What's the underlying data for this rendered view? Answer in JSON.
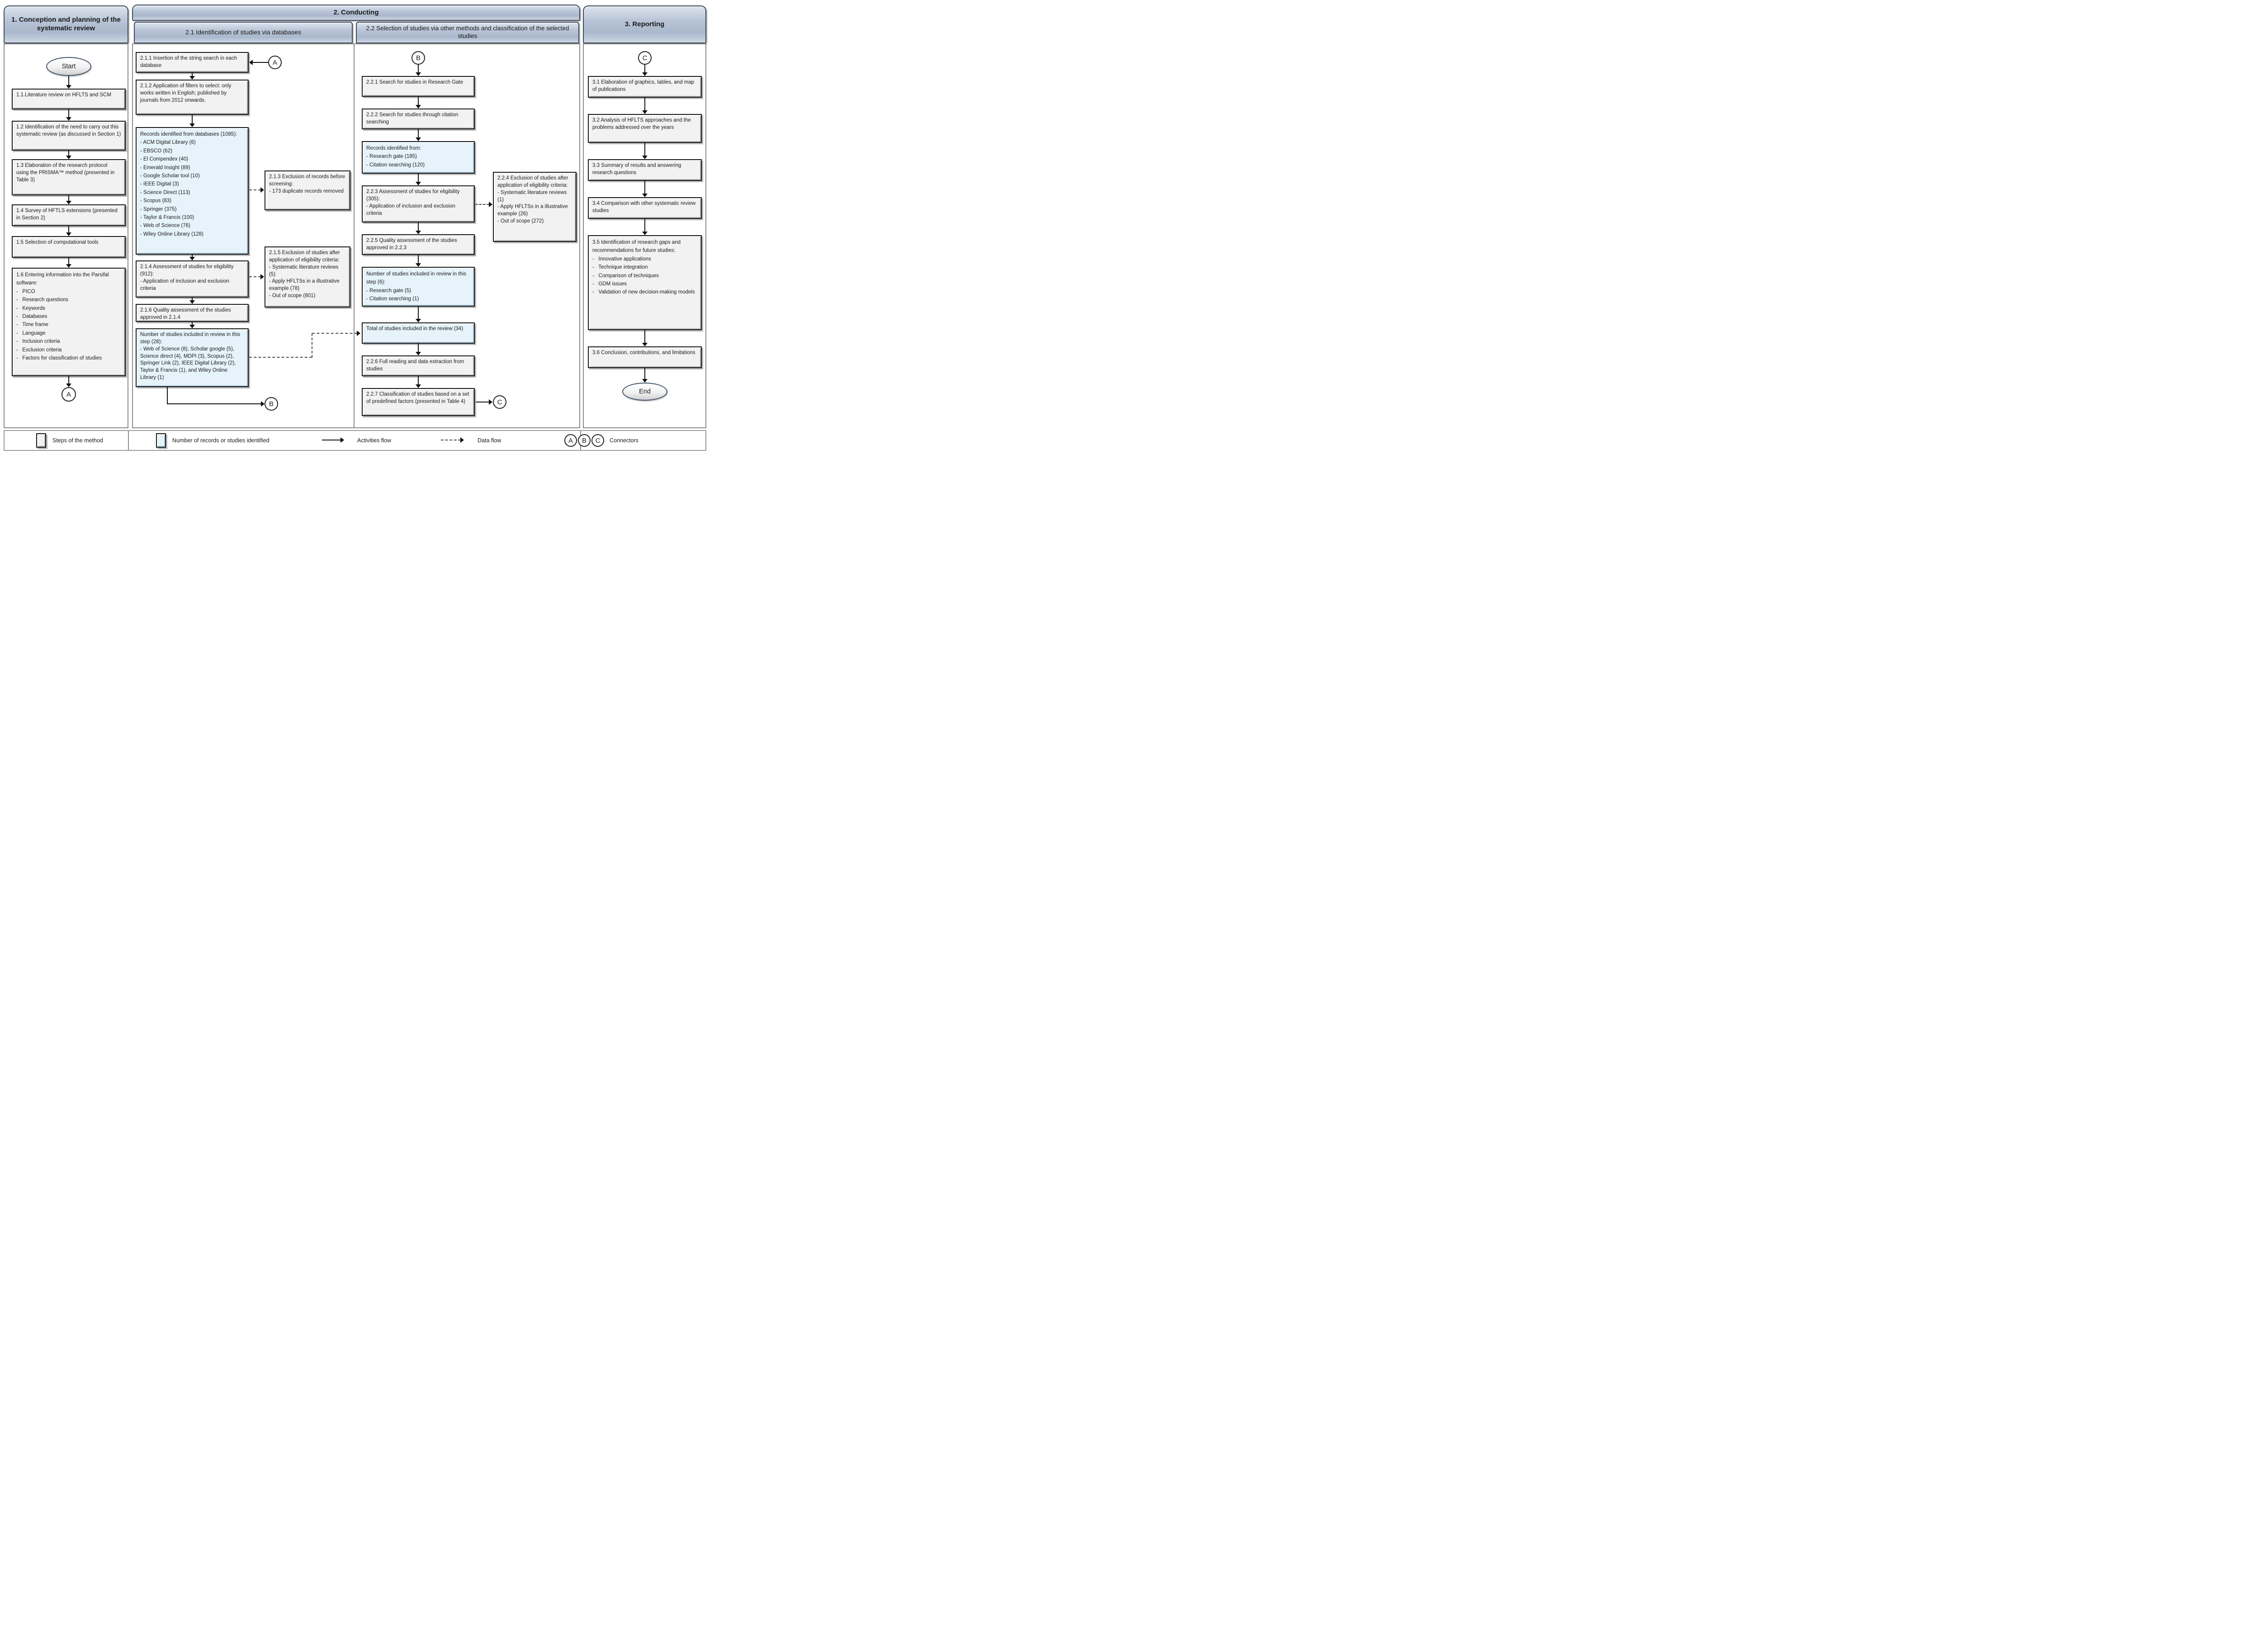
{
  "sections": {
    "s1": {
      "title": "1. Conception and planning of the systematic review"
    },
    "s2": {
      "title": "2. Conducting"
    },
    "s21": {
      "title": "2.1 Identification of studies via databases"
    },
    "s22": {
      "title": "2.2 Selection of studies via other methods and classification of the selected studies"
    },
    "s3": {
      "title": "3. Reporting"
    }
  },
  "terminators": {
    "start": "Start",
    "end": "End"
  },
  "connectors": {
    "a": "A",
    "b": "B",
    "c": "C"
  },
  "boxes": {
    "b11": "1.1.Literature review on HFLTS and SCM",
    "b12": "1.2 Identification of the need to carry out this systematic review (as discussed in Section 1)",
    "b13": "1.3 Elaboration of the research protocol using the PRISMA™ method (presented in Table 3)",
    "b14": "1.4 Survey of HFTLS extensions (presented in Section 2)",
    "b15": "1.5 Selection of computational tools",
    "b16": [
      "1.6 Entering information into the Parsifal software:",
      "-   PICO",
      "-   Research questions",
      "-   Keywords",
      "-   Databases",
      "-   Time frame",
      "-   Language",
      "-   Inclusion criteria",
      "-   Exclusion criteria",
      "-   Factors for classification of studies"
    ],
    "b211": "2.1.1 Insertion of the string search in each database",
    "b212": "2.1.2 Application of filters to select: only works written in English; published by journals from 2012 onwards.",
    "brec1": [
      "Records identified from databases (1085):",
      "- ACM Digital Library (6)",
      "- EBSCO (62)",
      "- El Compendex (40)",
      "- Emerald Insight (89)",
      "- Google Scholar tool (10)",
      "- IEEE Digital (3)",
      "- Science Direct (113)",
      "- Scopus (83)",
      "- Springer (375)",
      "- Taylor & Francis (100)",
      "- Web of Science (76)",
      "- Wiley Online Library (128)"
    ],
    "b213": [
      "2.1.3 Exclusion of records before screening:",
      "- 173 duplicate records removed"
    ],
    "b214": [
      "2.1.4 Assessment of studies for eligibility (912):",
      "- Application of inclusion and exclusion criteria"
    ],
    "b215": [
      "2.1.5 Exclusion of studies after application of eligibility criteria:",
      "- Systematic literature reviews (5)",
      "- Apply HFLTSs in a illustrative example (78)",
      "- Out of scope (801)"
    ],
    "b216": "2.1.6 Quality assessment of the studies approved in 2.1.4",
    "b28": [
      "Number of studies included in review in this step (28):",
      "- Web of Science (8), Scholar google (5), Science direct (4), MDPI (3), Scopus (2), Springer Link (2), IEEE Digital Library (2), Taylor & Francis (1), and Wiley Online Library (1)"
    ],
    "b221": "2.2.1 Search for studies in Research Gate",
    "b222": "2.2.2 Search for studies through citation searching",
    "brec2": [
      "Records identified from:",
      "- Research gate (185)",
      "- Citation searching (120)"
    ],
    "b223": [
      "2.2.3 Assessment of studies for eligibility (305):",
      "- Application of inclusion and exclusion criteria"
    ],
    "b224": [
      "2.2.4 Exclusion of studies after application of eligibility criteria:",
      "- Systematic literature reviews (1)",
      "- Apply HFLTSs in a illustrative example (26)",
      "- Out of scope (272)"
    ],
    "b225": "2.2.5 Quality assessment of the studies approved in 2.2.3",
    "b2n6": [
      "Number of studies included in review in this step (6):",
      "- Research gate (5)",
      "- Citation searching (1)"
    ],
    "btotal": "Total of studies included in the review (34)",
    "b226": "2.2.6 Full reading and data extraction from studies",
    "b227": "2.2.7 Classification of studies based on a set of predefined factors (presented in Table 4)",
    "b31": "3.1 Elaboration of graphics, tables, and map of publications",
    "b32": "3.2 Analysis of HFLTS approaches and the problems addressed over the years",
    "b33": "3.3 Summary of results and answering research questions",
    "b34": "3.4 Comparison with other systematic review studies",
    "b35": [
      "3.5 Identification of research gaps and recommendations for future studies:",
      "-   Innovative applications",
      "-   Technique integration",
      "-   Comparison of techniques",
      "-   GDM issues",
      "-   Validation of new decision-making models"
    ],
    "b36": "3.6 Conclusion, contributions, and limitations"
  },
  "legend": {
    "steps": "Steps of the method",
    "records": "Number of records or studies identified",
    "activities": "Activities flow",
    "data": "Data flow",
    "connectors": "Connectors"
  },
  "colors": {
    "header_fill": "#b7c3d5",
    "step_fill": "#f2f2f2",
    "records_fill": "#e6f3fb",
    "oval_border": "#44546a"
  }
}
